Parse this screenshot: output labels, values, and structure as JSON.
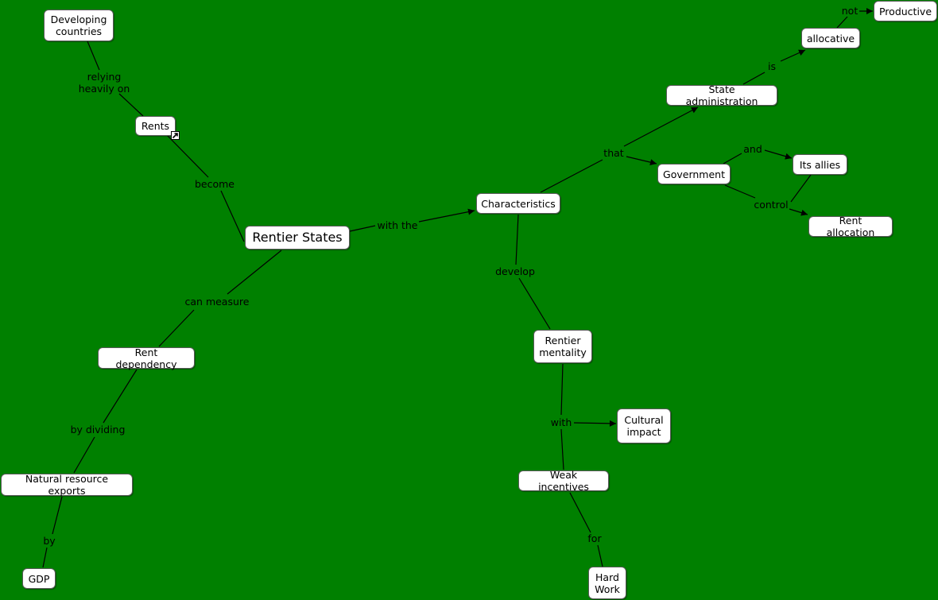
{
  "concepts": {
    "developing_countries": "Developing\ncountries",
    "rents": "Rents",
    "rentier_states": "Rentier States",
    "characteristics": "Characteristics",
    "state_administration": "State administration",
    "allocative": "allocative",
    "productive": "Productive",
    "government": "Government",
    "its_allies": "Its allies",
    "rent_allocation": "Rent allocation",
    "rentier_mentality": "Rentier\nmentality",
    "cultural_impact": "Cultural\nimpact",
    "weak_incentives": "Weak incentives",
    "hard_work": "Hard\nWork",
    "rent_dependency": "Rent dependency",
    "natural_resource_exports": "Natural resource exports",
    "gdp": "GDP"
  },
  "linking_phrases": {
    "relying_heavily_on": "relying\nheavily on",
    "become": "become",
    "with_the": "with the",
    "that": "that",
    "is": "is",
    "not": "not",
    "and": "and",
    "control": "control",
    "develop": "develop",
    "with": "with",
    "for": "for",
    "can_measure": "can measure",
    "by_dividing": "by dividing",
    "by": "by"
  },
  "colors": {
    "background": "#008000",
    "node_fill": "#ffffff",
    "line": "#000000"
  },
  "icons": {
    "rents_link": "external-link-arrow-icon"
  }
}
